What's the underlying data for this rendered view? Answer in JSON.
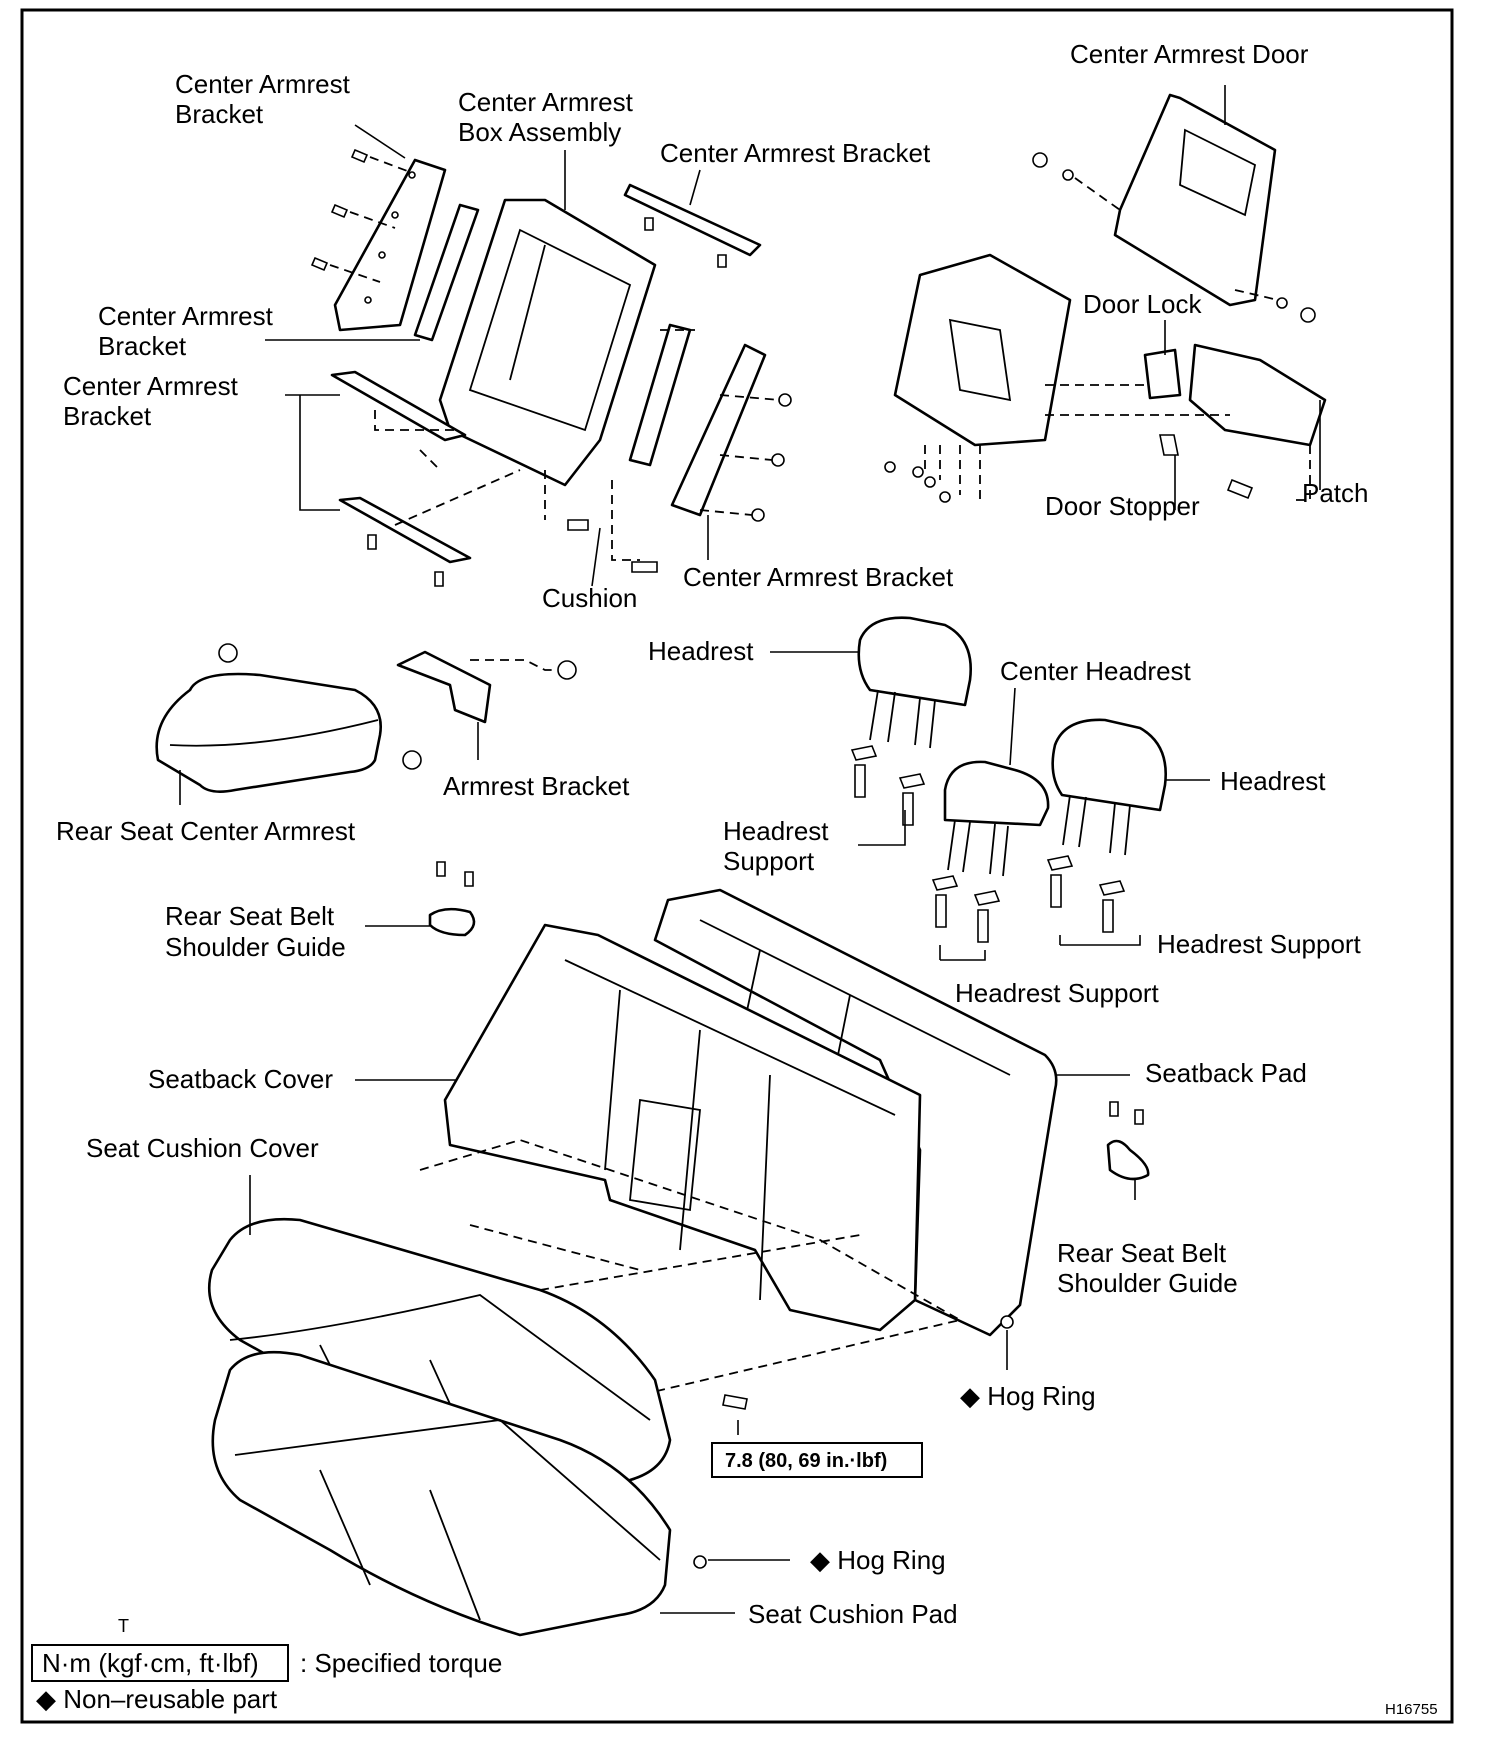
{
  "labels": {
    "center_armrest_bracket_1": [
      "Center Armrest",
      "Bracket"
    ],
    "center_armrest_box_assembly": [
      "Center Armrest",
      "Box Assembly"
    ],
    "center_armrest_bracket_top": "Center Armrest Bracket",
    "center_armrest_door": "Center Armrest Door",
    "center_armrest_bracket_2": [
      "Center Armrest",
      "Bracket"
    ],
    "center_armrest_bracket_3": [
      "Center Armrest",
      "Bracket"
    ],
    "door_lock": "Door Lock",
    "door_stopper": "Door Stopper",
    "patch": "Patch",
    "cushion": "Cushion",
    "center_armrest_bracket_right": "Center Armrest Bracket",
    "headrest_left": "Headrest",
    "center_headrest": "Center Headrest",
    "headrest_right": "Headrest",
    "armrest_bracket": "Armrest Bracket",
    "rear_seat_center_armrest": "Rear Seat Center Armrest",
    "headrest_support_left": [
      "Headrest",
      "Support"
    ],
    "headrest_support_right": "Headrest Support",
    "headrest_support_center": "Headrest Support",
    "rear_seat_belt_shoulder_guide_left": [
      "Rear Seat Belt",
      "Shoulder Guide"
    ],
    "seatback_cover": "Seatback Cover",
    "seatback_pad": "Seatback Pad",
    "seat_cushion_cover": "Seat Cushion Cover",
    "rear_seat_belt_shoulder_guide_right": [
      "Rear Seat Belt",
      "Shoulder Guide"
    ],
    "hog_ring_upper": "◆ Hog Ring",
    "hog_ring_lower": "◆ Hog Ring",
    "seat_cushion_pad": "Seat Cushion Pad"
  },
  "torque_spec": "7.8 (80, 69 in.·lbf)",
  "legend": {
    "marker_t": "T",
    "torque_box": "N·m (kgf·cm, ft·lbf)",
    "torque_desc": ": Specified torque",
    "nonreusable": "◆ Non–reusable part"
  },
  "figure_code": "H16755"
}
